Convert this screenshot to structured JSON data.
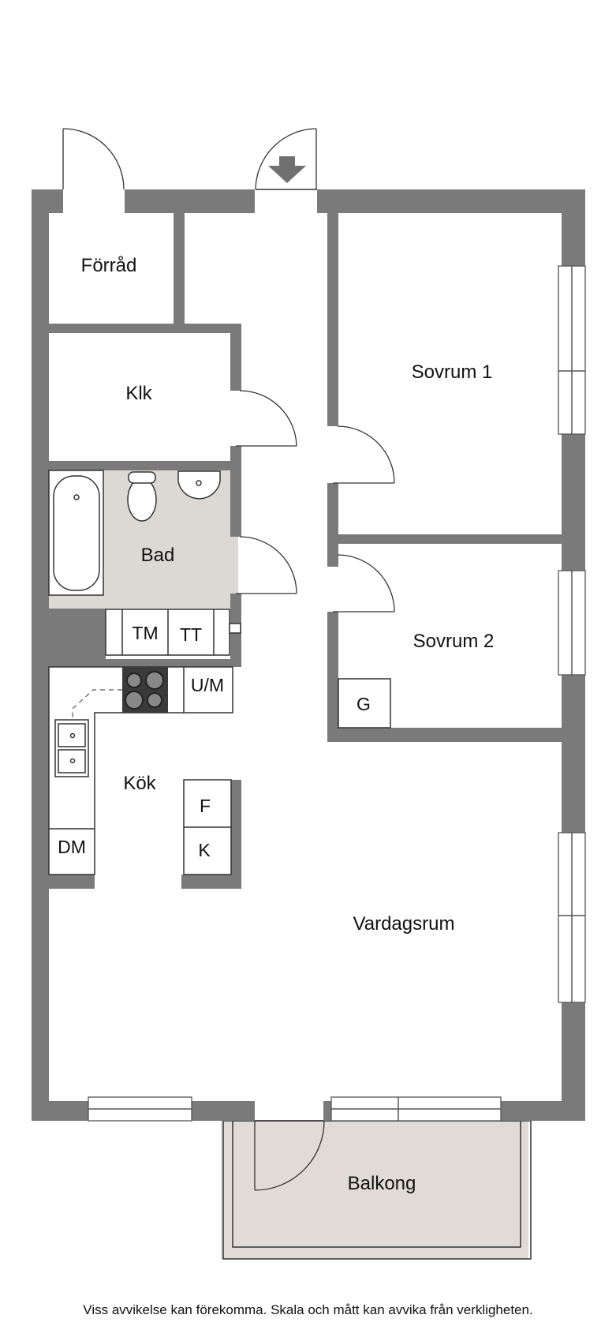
{
  "rooms": {
    "forrad": "Förråd",
    "klk": "Klk",
    "bad": "Bad",
    "sovrum1": "Sovrum 1",
    "sovrum2": "Sovrum 2",
    "kok": "Kök",
    "vardagsrum": "Vardagsrum",
    "balkong": "Balkong"
  },
  "fixtures": {
    "tm": "TM",
    "tt": "TT",
    "um": "U/M",
    "g": "G",
    "f": "F",
    "k": "K",
    "dm": "DM"
  },
  "colors": {
    "wall": "#7a7a7a",
    "bath_floor": "#dcd8d4",
    "balcony_floor": "#e0dbd6"
  },
  "disclaimer": "Viss avvikelse kan förekomma. Skala och mått kan avvika från verkligheten."
}
